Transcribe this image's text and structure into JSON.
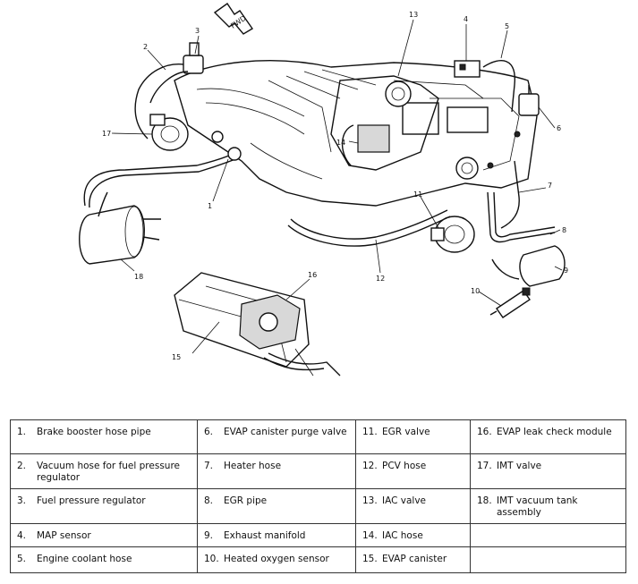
{
  "diagram": {
    "fwd_label": "FWD",
    "callouts": [
      "1",
      "2",
      "3",
      "4",
      "5",
      "6",
      "7",
      "8",
      "9",
      "10",
      "11",
      "12",
      "13",
      "14",
      "15",
      "16",
      "17",
      "18"
    ]
  },
  "legend": {
    "rows": [
      [
        {
          "num": "1.",
          "label": "Brake booster hose pipe"
        },
        {
          "num": "6.",
          "label": "EVAP canister purge valve"
        },
        {
          "num": "11.",
          "label": "EGR valve"
        },
        {
          "num": "16.",
          "label": "EVAP leak check module"
        }
      ],
      [
        {
          "num": "2.",
          "label": "Vacuum hose for fuel pressure regulator"
        },
        {
          "num": "7.",
          "label": "Heater hose"
        },
        {
          "num": "12.",
          "label": "PCV hose"
        },
        {
          "num": "17.",
          "label": "IMT valve"
        }
      ],
      [
        {
          "num": "3.",
          "label": "Fuel pressure regulator"
        },
        {
          "num": "8.",
          "label": "EGR pipe"
        },
        {
          "num": "13.",
          "label": "IAC valve"
        },
        {
          "num": "18.",
          "label": "IMT vacuum tank assembly"
        }
      ],
      [
        {
          "num": "4.",
          "label": "MAP sensor"
        },
        {
          "num": "9.",
          "label": "Exhaust manifold"
        },
        {
          "num": "14.",
          "label": "IAC hose"
        },
        {
          "num": "",
          "label": ""
        }
      ],
      [
        {
          "num": "5.",
          "label": "Engine coolant hose"
        },
        {
          "num": "10.",
          "label": "Heated oxygen sensor"
        },
        {
          "num": "15.",
          "label": "EVAP canister"
        },
        {
          "num": "",
          "label": ""
        }
      ]
    ]
  }
}
